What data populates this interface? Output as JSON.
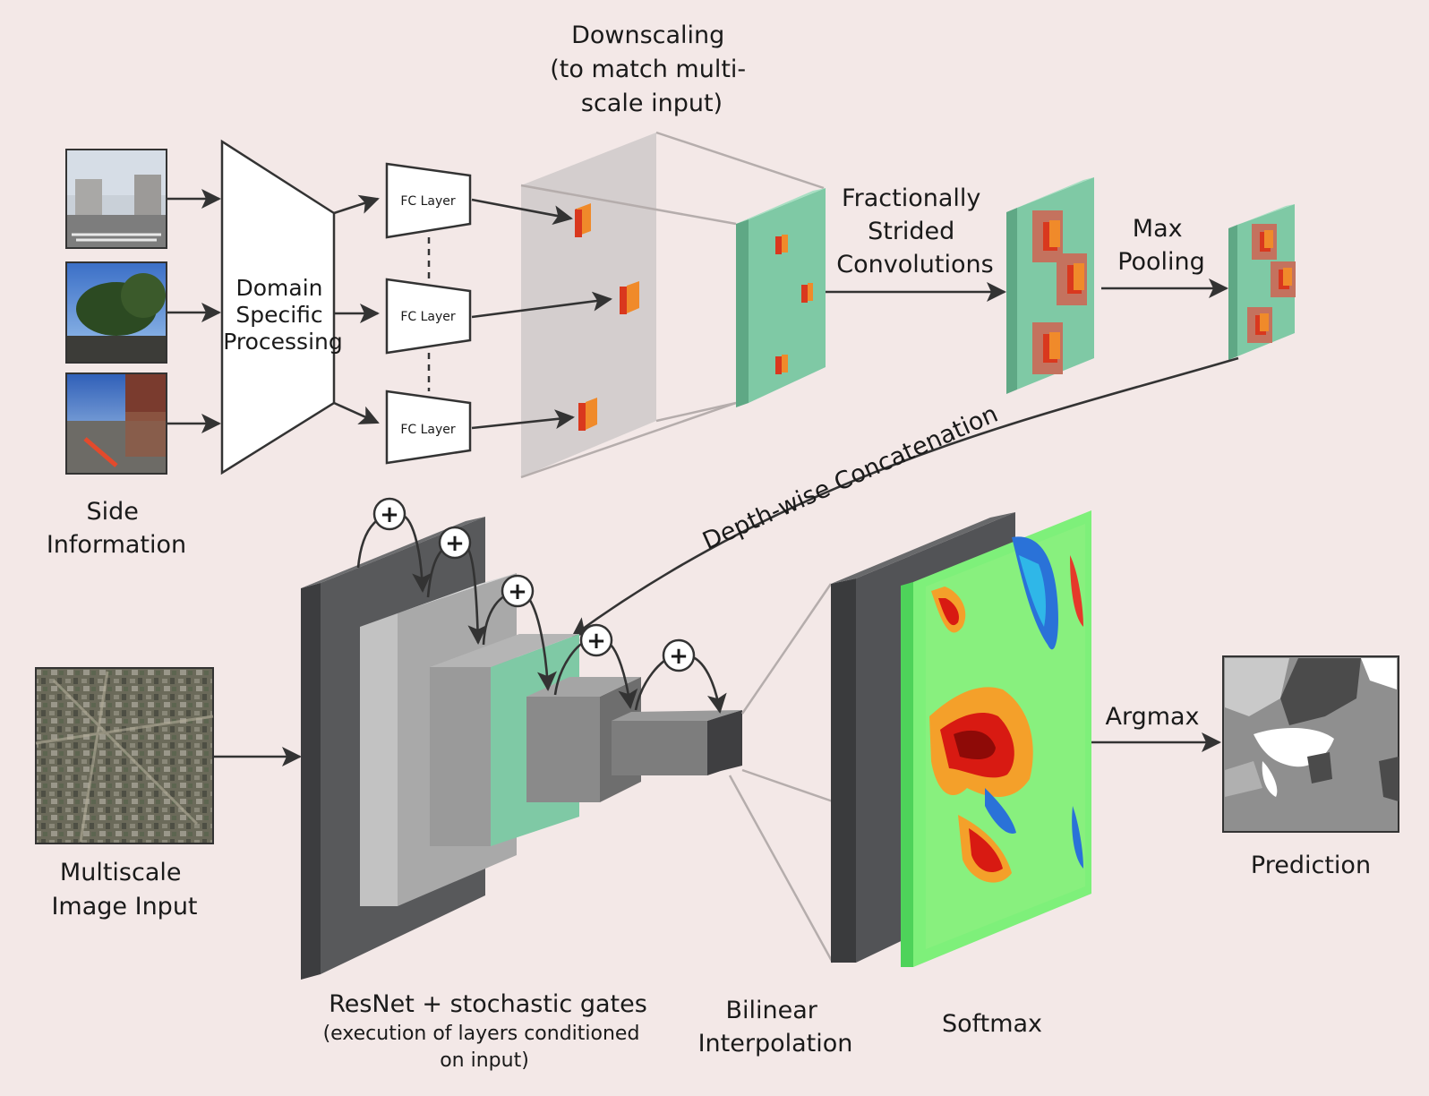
{
  "labels": {
    "downscaling": [
      "Downscaling",
      "(to match multi-",
      "scale input)"
    ],
    "domain_processing": [
      "Domain",
      "Specific",
      "Processing"
    ],
    "fc_layer": "FC Layer",
    "fractionally_strided": [
      "Fractionally",
      "Strided",
      "Convolutions"
    ],
    "max_pooling": [
      "Max",
      "Pooling"
    ],
    "side_information": [
      "Side",
      "Information"
    ],
    "depth_concat": "Depth-wise Concatenation",
    "multiscale_input": [
      "Multiscale",
      "Image Input"
    ],
    "resnet": "ResNet + stochastic gates",
    "resnet_note": [
      "(execution of layers conditioned",
      "on input)"
    ],
    "bilinear": [
      "Bilinear",
      "Interpolation"
    ],
    "softmax": "Softmax",
    "argmax": "Argmax",
    "prediction": "Prediction",
    "plus": "+"
  },
  "colors": {
    "background": "#f3e8e7",
    "feature_green": "#7fc9a5",
    "dark_layer": "#4a4b4d",
    "red_block": "#d9381e",
    "orange_block": "#f08a2a"
  }
}
